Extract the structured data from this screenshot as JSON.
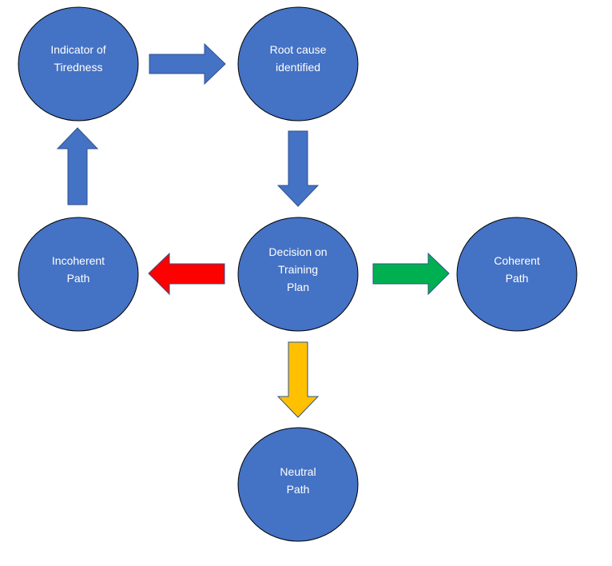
{
  "colors": {
    "node_fill": "#4472C4",
    "node_stroke": "#000000",
    "arrow_blue": "#4472C4",
    "arrow_red": "#FF0000",
    "arrow_green": "#00B050",
    "arrow_yellow": "#FFC000",
    "arrow_outline": "#2F528F",
    "label_text": "#FFFFFF"
  },
  "nodes": {
    "indicator": {
      "line1": "Indicator of",
      "line2": "Tiredness"
    },
    "root_cause": {
      "line1": "Root cause",
      "line2": "identified"
    },
    "decision": {
      "line1": "Decision on",
      "line2": "Training",
      "line3": "Plan"
    },
    "incoherent": {
      "line1": "Incoherent",
      "line2": "Path"
    },
    "coherent": {
      "line1": "Coherent",
      "line2": "Path"
    },
    "neutral": {
      "line1": "Neutral",
      "line2": "Path"
    }
  }
}
